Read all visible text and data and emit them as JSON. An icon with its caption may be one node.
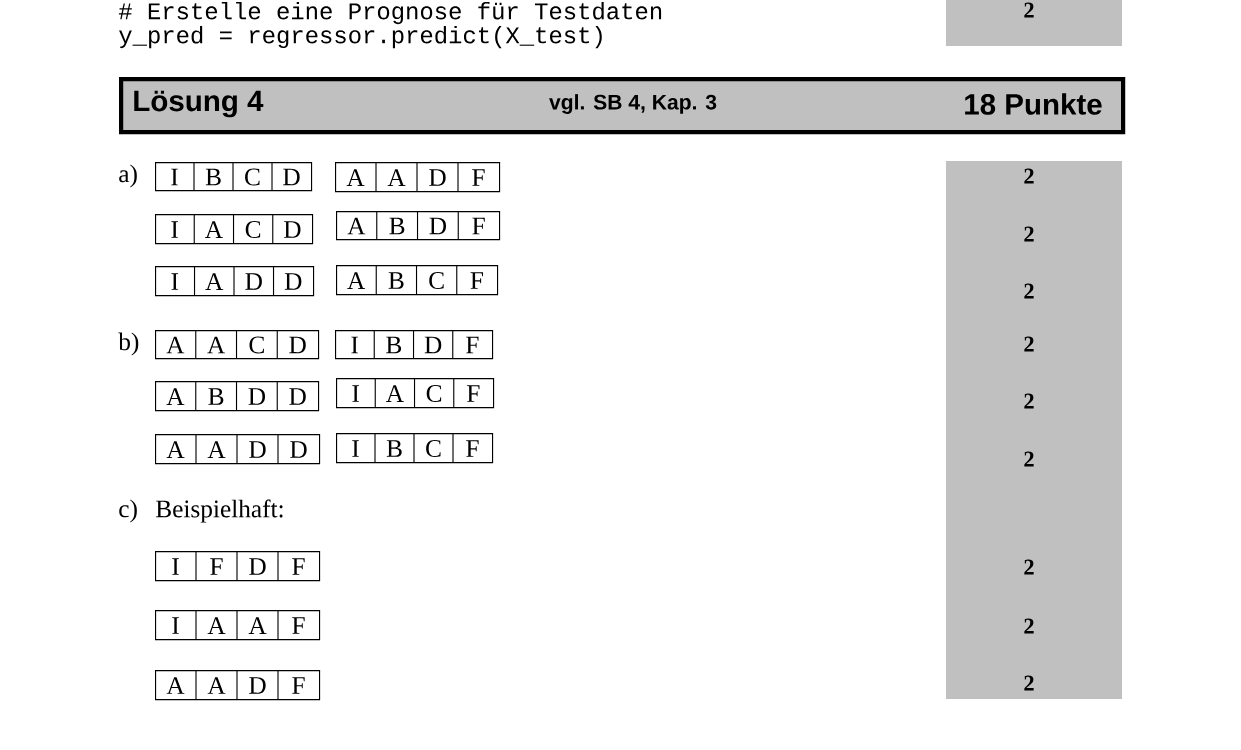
{
  "diagram": {
    "nodes": [
      {
        "text": [
          "2"
        ]
      },
      {
        "text": [
          "Lösung 4",
          "vgl. SB 4, Kap. 3",
          "18 Punkte"
        ]
      },
      {
        "text": [
          "2",
          "2",
          "2",
          "2",
          "2",
          "2",
          "2",
          "2",
          "2"
        ]
      },
      {
        "text": [
          "I",
          "B",
          "C",
          "D"
        ]
      },
      {
        "text": [
          "A",
          "A",
          "D",
          "F"
        ]
      },
      {
        "text": [
          "I",
          "A",
          "C",
          "D"
        ]
      },
      {
        "text": [
          "A",
          "B",
          "D",
          "F"
        ]
      },
      {
        "text": [
          "I",
          "A",
          "D",
          "D"
        ]
      },
      {
        "text": [
          "A",
          "B",
          "C",
          "F"
        ]
      },
      {
        "text": [
          "A",
          "A",
          "C",
          "D"
        ]
      },
      {
        "text": [
          "I",
          "B",
          "D",
          "F"
        ]
      },
      {
        "text": [
          "A",
          "B",
          "D",
          "D"
        ]
      },
      {
        "text": [
          "I",
          "A",
          "C",
          "F"
        ]
      },
      {
        "text": [
          "A",
          "A",
          "D",
          "D"
        ]
      },
      {
        "text": [
          "I",
          "B",
          "C",
          "F"
        ]
      },
      {
        "text": [
          "I",
          "F",
          "D",
          "F"
        ]
      },
      {
        "text": [
          "I",
          "A",
          "A",
          "F"
        ]
      },
      {
        "text": [
          "A",
          "A",
          "D",
          "F"
        ]
      }
    ],
    "labels": [
      "# Erstelle eine Prognose für Testdaten",
      "y_pred = regressor.predict(X_test)",
      "a)",
      "b)",
      "c)",
      "Beispielhaft:"
    ]
  }
}
